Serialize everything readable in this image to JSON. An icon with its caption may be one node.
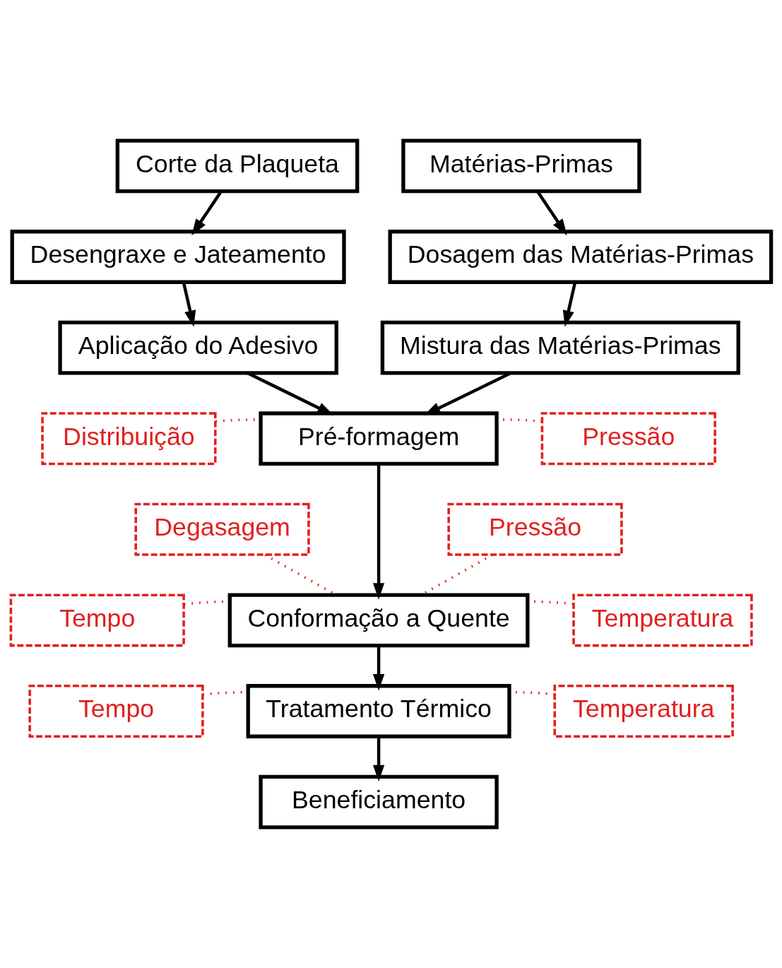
{
  "diagram": {
    "nodes": [
      {
        "text": [
          "Corte da Plaqueta"
        ]
      },
      {
        "text": [
          "Desengraxe e Jateamento"
        ]
      },
      {
        "text": [
          "Aplicação do Adesivo"
        ]
      },
      {
        "text": [
          "Matérias-Primas"
        ]
      },
      {
        "text": [
          "Dosagem das Matérias-Primas"
        ]
      },
      {
        "text": [
          "Mistura das Matérias-Primas"
        ]
      },
      {
        "text": [
          "Distribuição"
        ]
      },
      {
        "text": [
          "Pré-formagem"
        ]
      },
      {
        "text": [
          "Pressão"
        ]
      },
      {
        "text": [
          "Degasagem"
        ]
      },
      {
        "text": [
          "Pressão"
        ]
      },
      {
        "text": [
          "Tempo"
        ]
      },
      {
        "text": [
          "Conformação a Quente"
        ]
      },
      {
        "text": [
          "Temperatura"
        ]
      },
      {
        "text": [
          "Tempo"
        ]
      },
      {
        "text": [
          "Tratamento Térmico"
        ]
      },
      {
        "text": [
          "Temperatura"
        ]
      },
      {
        "text": [
          "Beneficiamento"
        ]
      }
    ],
    "edges": [
      {
        "from": 0,
        "to": 1,
        "arrow": "to"
      },
      {
        "from": 1,
        "to": 2,
        "arrow": "to"
      },
      {
        "from": 2,
        "to": 7,
        "arrow": "to"
      },
      {
        "from": 3,
        "to": 4,
        "arrow": "to"
      },
      {
        "from": 4,
        "to": 5,
        "arrow": "to"
      },
      {
        "from": 5,
        "to": 7,
        "arrow": "to"
      },
      {
        "from": 7,
        "to": 12,
        "arrow": "to"
      },
      {
        "from": 12,
        "to": 15,
        "arrow": "to"
      },
      {
        "from": 15,
        "to": 17,
        "arrow": "to"
      },
      {
        "from": 6,
        "to": 7,
        "arrow": "none",
        "style": "dashed",
        "color": "#e02020"
      },
      {
        "from": 8,
        "to": 7,
        "arrow": "none",
        "style": "dashed",
        "color": "#e02020"
      },
      {
        "from": 9,
        "to": 12,
        "arrow": "none",
        "style": "dashed",
        "color": "#e02020"
      },
      {
        "from": 11,
        "to": 12,
        "arrow": "none",
        "style": "dashed",
        "color": "#e02020"
      },
      {
        "from": 10,
        "to": 12,
        "arrow": "none",
        "style": "dashed",
        "color": "#e02020"
      },
      {
        "from": 13,
        "to": 12,
        "arrow": "none",
        "style": "dashed",
        "color": "#e02020"
      },
      {
        "from": 14,
        "to": 15,
        "arrow": "none",
        "style": "dashed",
        "color": "#e02020"
      },
      {
        "from": 16,
        "to": 15,
        "arrow": "none",
        "style": "dashed",
        "color": "#e02020"
      }
    ]
  }
}
